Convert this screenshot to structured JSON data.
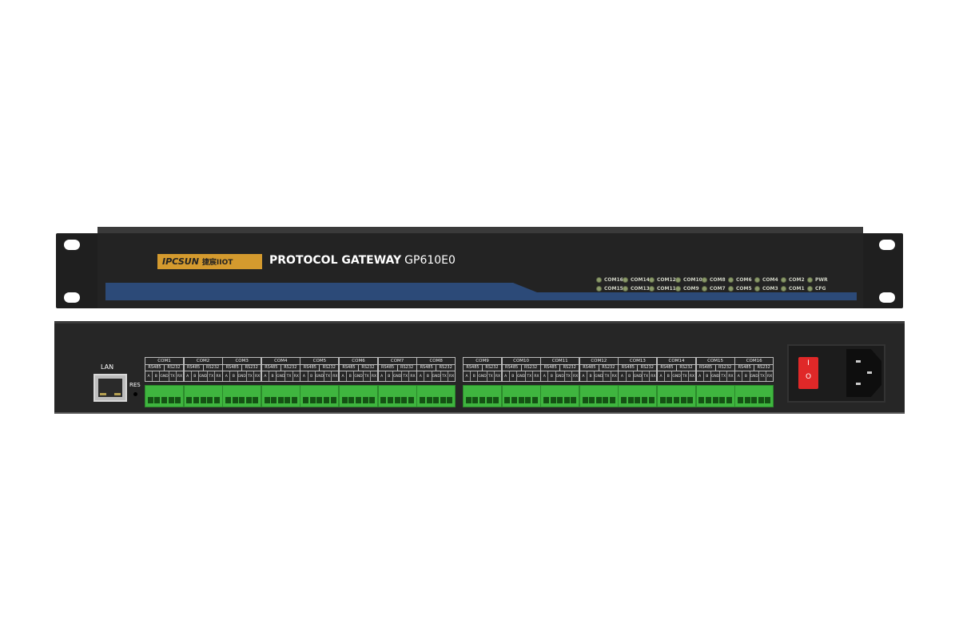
{
  "brand": {
    "logo": "IPCSUN",
    "logo_cn": "捷宸IIOT"
  },
  "front": {
    "title": "PROTOCOL GATEWAY",
    "model": "GP610E0",
    "leds_top": [
      "COM16",
      "COM14",
      "COM12",
      "COM10",
      "COM8",
      "COM6",
      "COM4",
      "COM2",
      "PWR"
    ],
    "leds_bottom": [
      "COM15",
      "COM13",
      "COM11",
      "COM9",
      "COM7",
      "COM5",
      "COM3",
      "COM1",
      "CFG"
    ]
  },
  "rear": {
    "lan_label": "LAN",
    "res_label": "RES",
    "ports": [
      "COM1",
      "COM2",
      "COM3",
      "COM4",
      "COM5",
      "COM6",
      "COM7",
      "COM8",
      "COM9",
      "COM10",
      "COM11",
      "COM12",
      "COM13",
      "COM14",
      "COM15",
      "COM16"
    ],
    "standards": [
      "RS485",
      "RS232"
    ],
    "pins": [
      "A",
      "B",
      "GND",
      "TX",
      "RX"
    ],
    "switch": {
      "on": "I",
      "off": "O"
    }
  },
  "colors": {
    "logo": "#d49a2e",
    "stripe": "#2c4a78",
    "terminal": "#3fb53f",
    "switch": "#e02828"
  }
}
